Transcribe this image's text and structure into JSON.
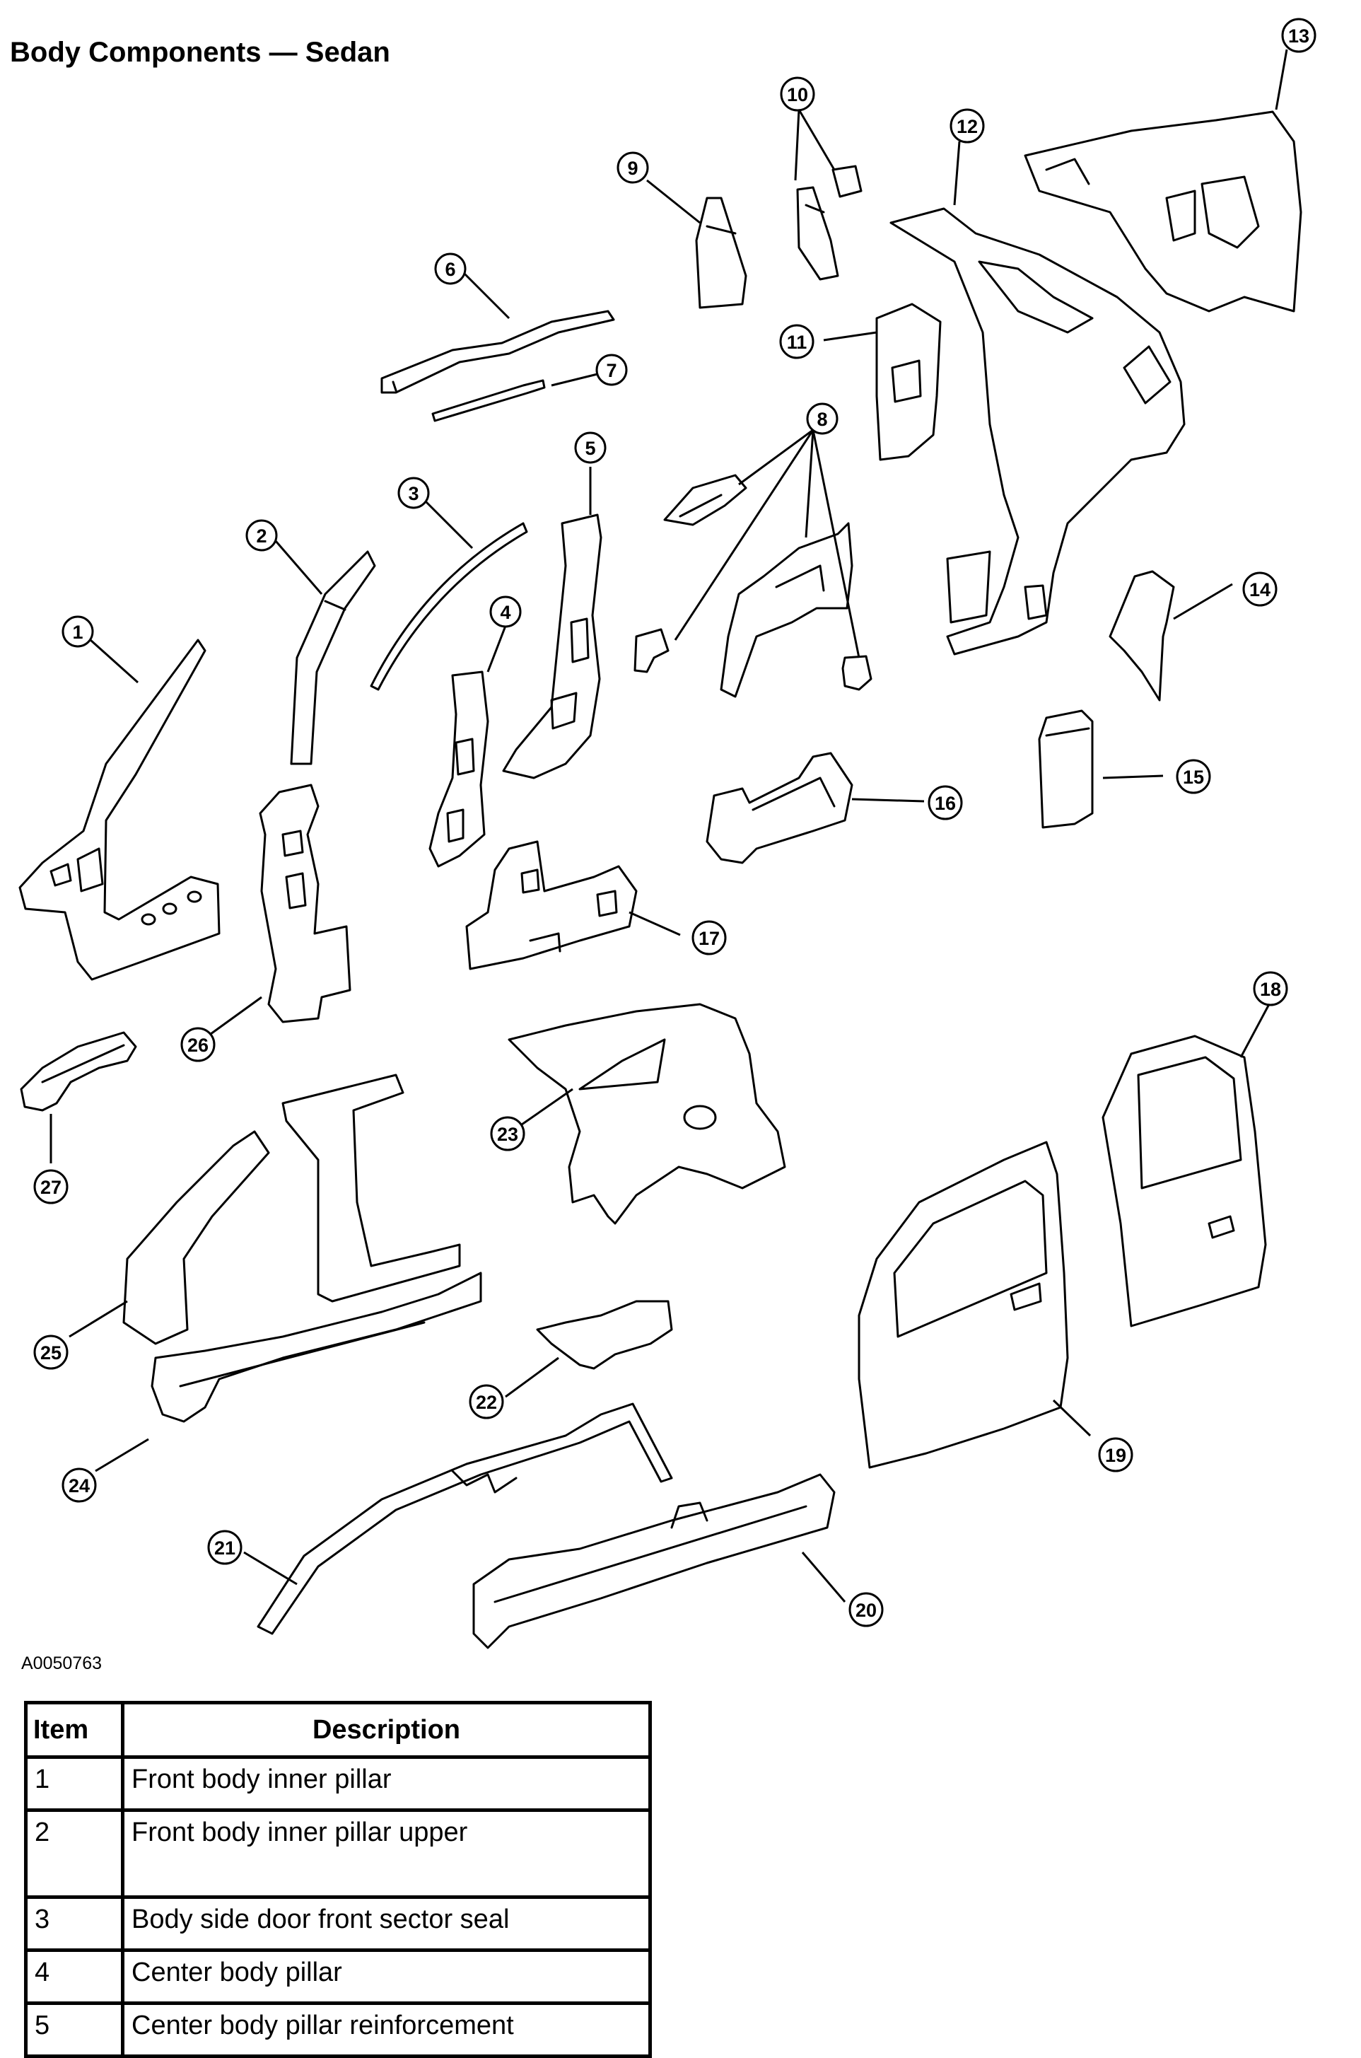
{
  "title": "Body Components — Sedan",
  "figure_id": "A0050763",
  "callouts": [
    "1",
    "2",
    "3",
    "4",
    "5",
    "6",
    "7",
    "8",
    "9",
    "10",
    "11",
    "12",
    "13",
    "14",
    "15",
    "16",
    "17",
    "18",
    "19",
    "20",
    "21",
    "22",
    "23",
    "24",
    "25",
    "26",
    "27"
  ],
  "table": {
    "headers": [
      "Item",
      "Description"
    ],
    "rows": [
      {
        "item": "1",
        "description": "Front body inner pillar"
      },
      {
        "item": "2",
        "description": "Front body inner pillar upper"
      },
      {
        "item": "3",
        "description": "Body side door front sector seal"
      },
      {
        "item": "4",
        "description": "Center body pillar"
      },
      {
        "item": "5",
        "description": "Center body pillar reinforcement"
      }
    ]
  }
}
